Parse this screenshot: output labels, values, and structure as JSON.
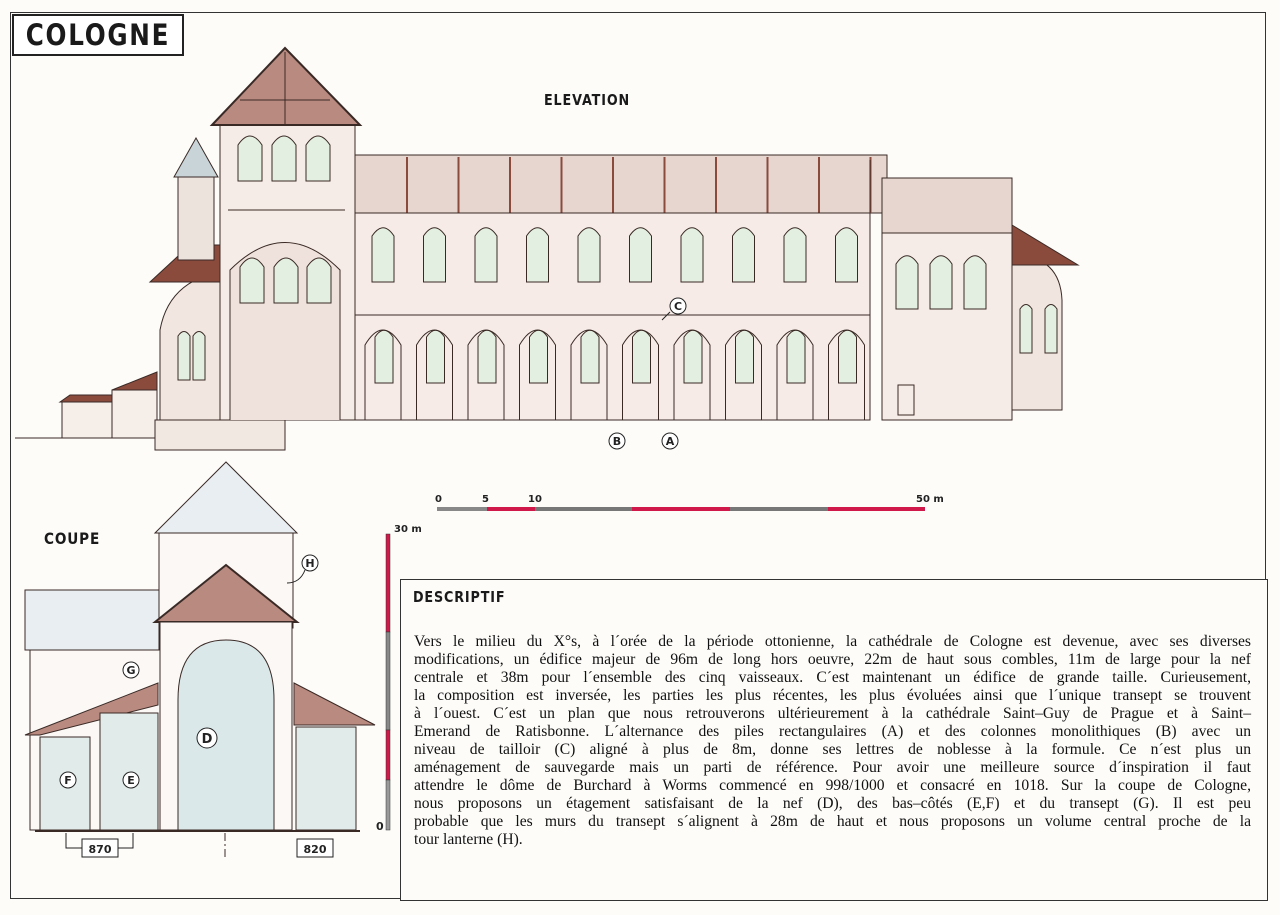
{
  "title": "COLOGNE",
  "elevation": {
    "label": "ELEVATION",
    "markers": {
      "c": "C",
      "b": "B",
      "a": "A"
    },
    "scale": {
      "ticks": [
        "0",
        "5",
        "10",
        "50 m"
      ],
      "accent_color": "#d0194a"
    }
  },
  "coupe": {
    "label": "COUPE",
    "markers": {
      "d": "D",
      "e": "E",
      "f": "F",
      "g": "G",
      "h": "H"
    },
    "dimensions": {
      "left": "870",
      "right": "820"
    },
    "vscale": {
      "top": "30 m",
      "bottom": "0"
    }
  },
  "descriptif": {
    "heading": "DESCRIPTIF",
    "lines": [
      "Vers le milieu du X°s, à l´orée de la période ottonienne, la cathédrale de Cologne est devenue, avec ses diverses",
      "modifications, un édifice majeur de 96m de long hors oeuvre, 22m de haut sous combles, 11m de large pour la nef",
      "centrale et 38m pour l´ensemble des cinq vaisseaux. C´est maintenant un édifice de grande taille. Curieusement,",
      "la composition est inversée, les parties les plus récentes, les plus évoluées ainsi que l´unique transept se trouvent",
      "à l´ouest. C´est un plan que nous retrouverons ultérieurement à la cathédrale Saint–Guy de Prague et à Saint–",
      "Emerand de Ratisbonne. L´alternance des piles rectangulaires (A) et des colonnes monolithiques (B) avec un",
      "niveau de tailloir (C) aligné à plus de 8m, donne ses lettres de noblesse à la formule. Ce n´est plus un",
      "aménagement de sauvegarde mais un parti de référence. Pour avoir une meilleure source d´inspiration il faut",
      "attendre le dôme de Burchard à Worms commencé en 998/1000 et consacré en 1018. Sur la coupe de Cologne,",
      "nous proposons un étagement satisfaisant de la nef (D), des bas–côtés (E,F) et du transept (G). Il est peu",
      "probable que les murs du transept s´alignent à 28m de haut et nous proposons un volume central proche de la",
      "tour lanterne (H)."
    ]
  },
  "colors": {
    "roof": "#8a4a3c",
    "roof_fill": "#b98a80",
    "wall": "#f5ebe6",
    "window": "#e3efe0",
    "sky_blue": "#dfeaf0"
  }
}
